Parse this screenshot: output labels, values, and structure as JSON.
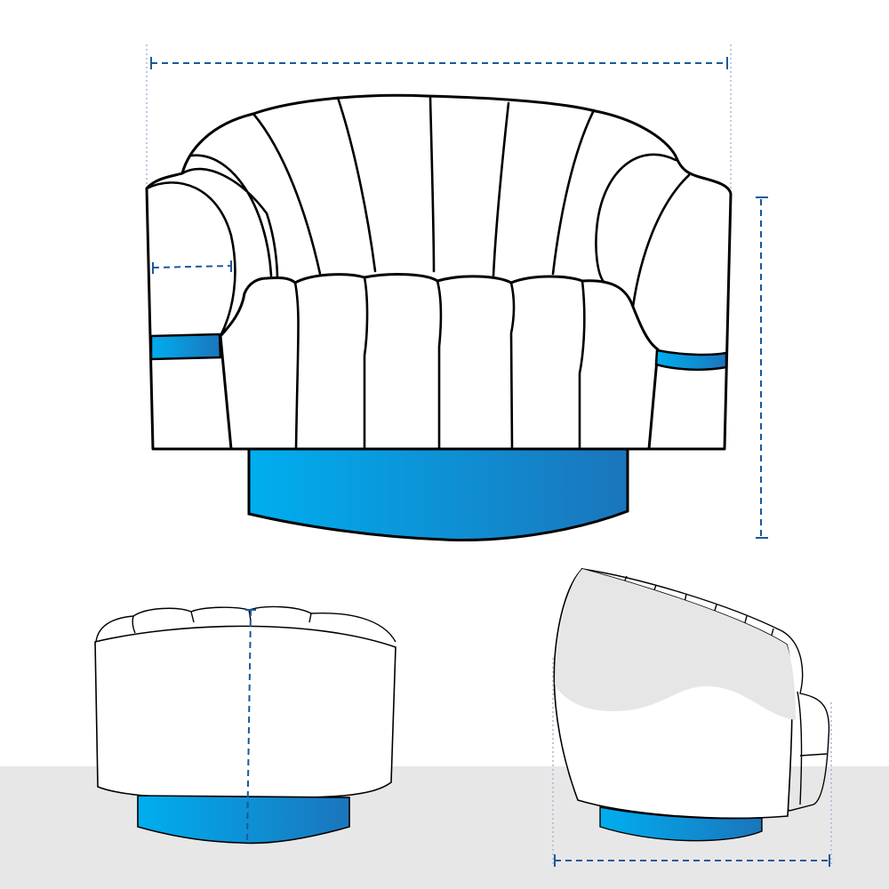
{
  "colors": {
    "background": "#ffffff",
    "floor_band": "#e8e7e8",
    "base_gradient_start": "#00aeef",
    "base_gradient_end": "#1b75bc",
    "dimension_line": "#1a5a9a",
    "guide_line": "#a9bcd4",
    "outline": "#000000",
    "shading": "#e6e6e6"
  },
  "views": [
    "front",
    "back",
    "side"
  ]
}
